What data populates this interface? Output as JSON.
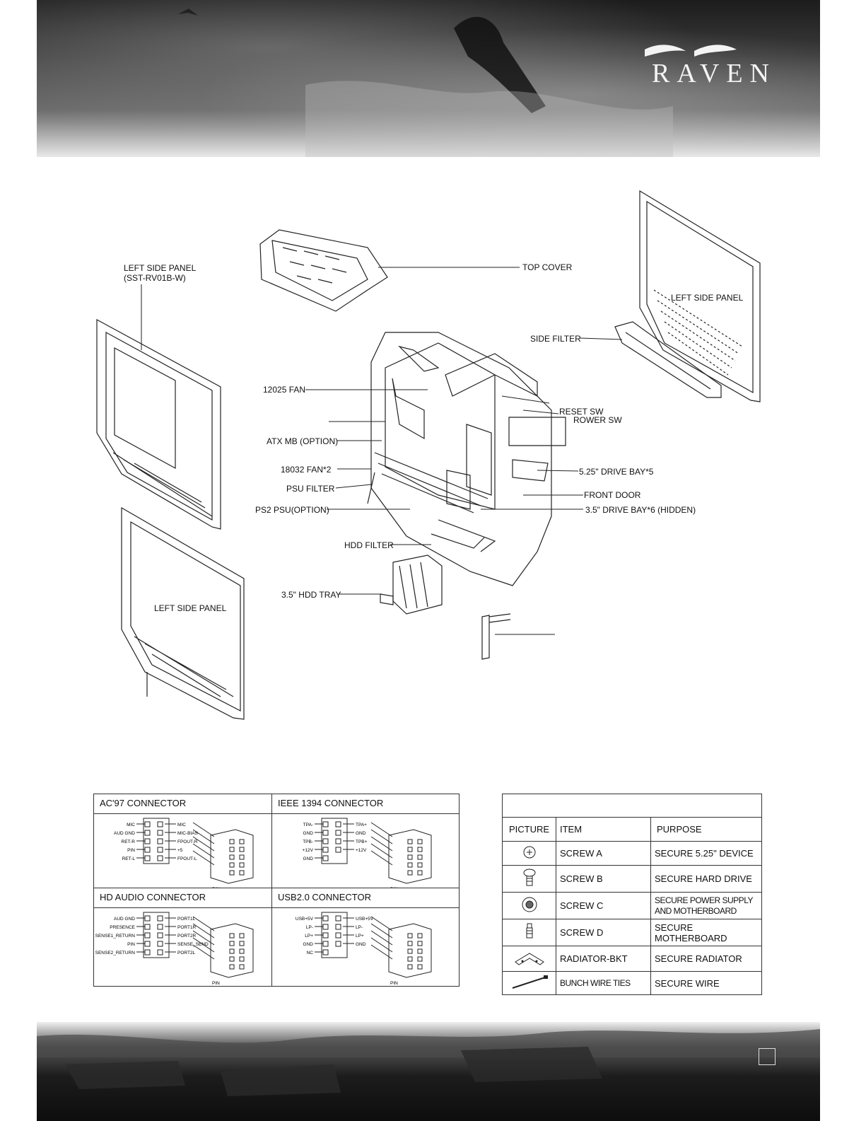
{
  "logo": {
    "text": "RAVEN"
  },
  "labels": {
    "left_side_panel_w": "LEFT SIDE PANEL",
    "left_side_panel_w_model": "(SST-RV01B-W)",
    "top_cover": "TOP COVER",
    "left_side_panel_right": "LEFT SIDE PANEL",
    "side_filter": "SIDE FILTER",
    "fan_12025": "12025 FAN",
    "reset_sw": "RESET SW",
    "power_sw": "ROWER SW",
    "atx_mb": "ATX MB (OPTION)",
    "drive_bay_525": "5.25\" DRIVE BAY*5",
    "fan_18032": "18032 FAN*2",
    "psu_filter": "PSU FILTER",
    "front_door": "FRONT DOOR",
    "ps2_psu": "PS2 PSU(OPTION)",
    "drive_bay_35": "3.5\" DRIVE BAY*6 (HIDDEN)",
    "hdd_filter": "HDD FILTER",
    "hdd_tray": "3.5\" HDD TRAY",
    "left_side_panel_bottom": "LEFT SIDE PANEL"
  },
  "connectors": {
    "ac97": {
      "title": "AC'97 CONNECTOR",
      "left": [
        "MIC",
        "AUD GND",
        "RET-R",
        "PIN",
        "RET-L"
      ],
      "right": [
        "MIC",
        "MIC-BIAS",
        "FPOUT-R",
        "+5",
        "FPOUT-L"
      ],
      "pin": "PIN"
    },
    "ieee1394": {
      "title": "IEEE 1394 CONNECTOR",
      "left": [
        "TPA-",
        "GND",
        "TPB-",
        "+12V",
        "GND"
      ],
      "right": [
        "TPA+",
        "GND",
        "TPB+",
        "+12V"
      ],
      "pin": "PIN"
    },
    "hd_audio": {
      "title": "HD AUDIO CONNECTOR",
      "left": [
        "AUD GND",
        "PRESENCE",
        "SENSE1_RETURN",
        "PIN",
        "SENSE2_RETURN"
      ],
      "right": [
        "PORT1L",
        "PORT1R",
        "PORT2R",
        "SENSE_SEND",
        "PORT2L"
      ],
      "pin": "PIN"
    },
    "usb20": {
      "title": "USB2.0 CONNECTOR",
      "left": [
        "USB+5V",
        "LP-",
        "LP+",
        "GND",
        "NC"
      ],
      "right": [
        "USB+5V",
        "LP-",
        "LP+",
        "GND"
      ],
      "pin": "PIN"
    }
  },
  "accessories": {
    "headers": {
      "picture": "PICTURE",
      "item": "ITEM",
      "purpose": "PURPOSE"
    },
    "rows": [
      {
        "icon": "screw-a-icon",
        "item": "SCREW A",
        "purpose": "SECURE 5.25\" DEVICE"
      },
      {
        "icon": "screw-b-icon",
        "item": "SCREW B",
        "purpose": "SECURE HARD DRIVE"
      },
      {
        "icon": "screw-c-icon",
        "item": "SCREW C",
        "purpose": "SECURE POWER SUPPLY",
        "purpose2": "AND MOTHERBOARD"
      },
      {
        "icon": "screw-d-icon",
        "item": "SCREW D",
        "purpose": "SECURE MOTHERBOARD"
      },
      {
        "icon": "radiator-bracket-icon",
        "item": "RADIATOR-BKT",
        "purpose": "SECURE RADIATOR"
      },
      {
        "icon": "wire-tie-icon",
        "item": "BUNCH WIRE TIES",
        "purpose": "SECURE  WIRE"
      }
    ]
  }
}
